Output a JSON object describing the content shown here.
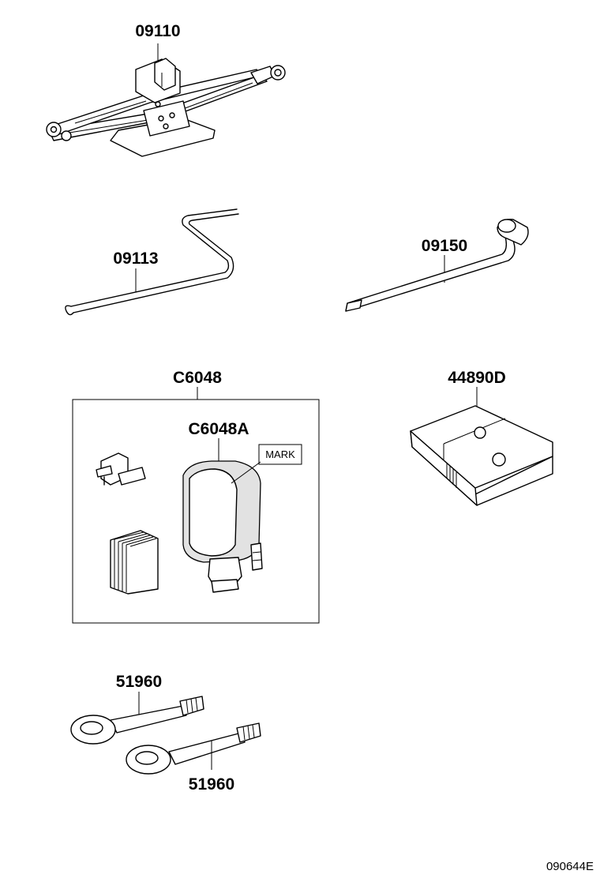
{
  "callouts": {
    "jack": "09110",
    "jack_handle": "09113",
    "wrench": "09150",
    "repair_kit": "C6048",
    "repair_bottle": "C6048A",
    "case": "44890D",
    "towing_eye_upper": "51960",
    "towing_eye_lower": "51960"
  },
  "mark_label": "MARK",
  "figure_id": "090644E"
}
